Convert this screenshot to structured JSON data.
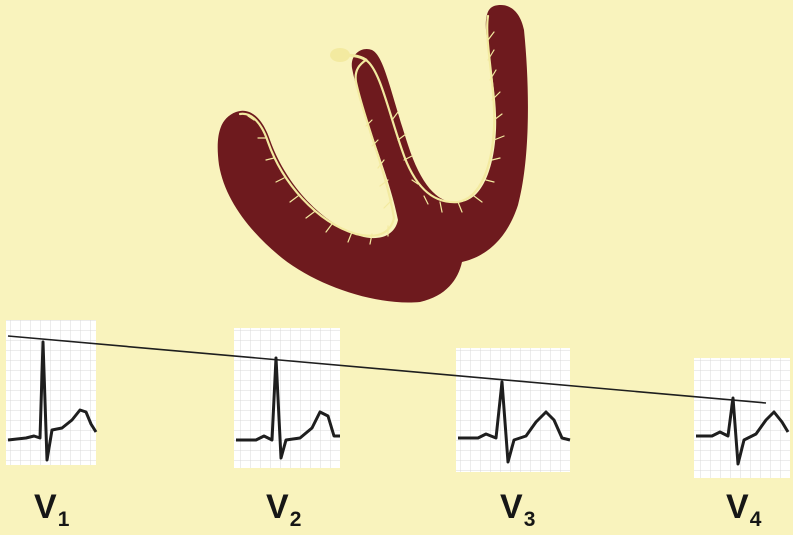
{
  "leads": [
    {
      "id": "v1",
      "letter": "V",
      "number": "1"
    },
    {
      "id": "v2",
      "letter": "V",
      "number": "2"
    },
    {
      "id": "v3",
      "letter": "V",
      "number": "3"
    },
    {
      "id": "v4",
      "letter": "V",
      "number": "4"
    }
  ],
  "colors": {
    "background": "#f9f3bd",
    "myocardium": "#6e1a1e",
    "conduction_fibers": "#f3eaa0",
    "strip_background": "#ffffff",
    "strip_grid": "#d9d9d9",
    "ecg_trace": "#1e1e1e",
    "reference_line": "#1e1e1e"
  }
}
